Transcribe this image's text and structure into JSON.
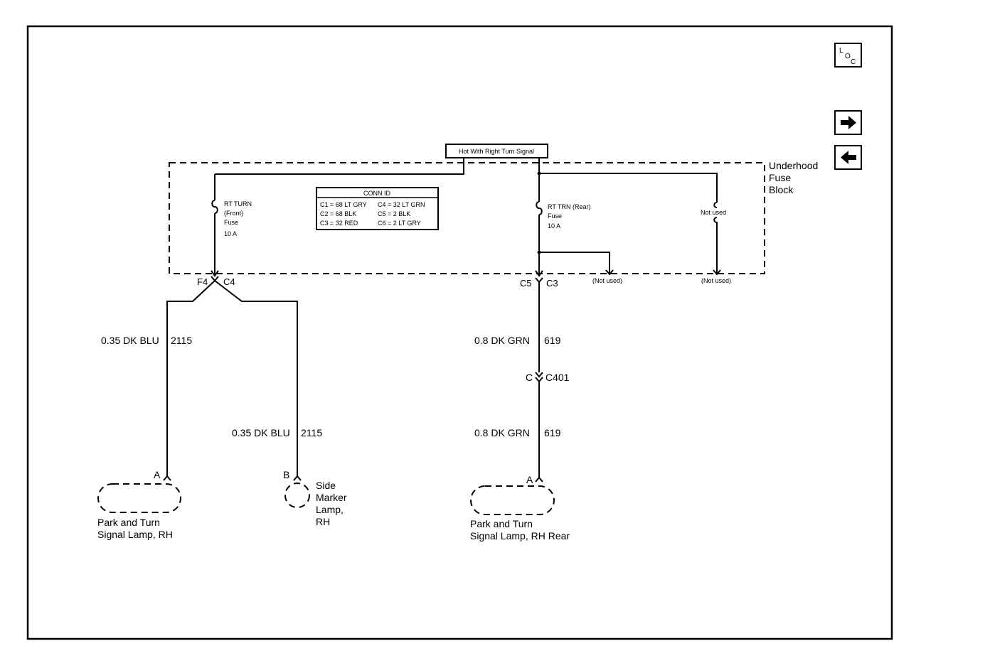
{
  "header": {
    "hot_label": "Hot With Right Turn Signal"
  },
  "fuse_block": {
    "title_line1": "Underhood",
    "title_line2": "Fuse",
    "title_line3": "Block",
    "conn_id": {
      "title": "CONN ID",
      "c1": "C1 = 68 LT GRY",
      "c2": "C2 = 68 BLK",
      "c3": "C3 = 32 RED",
      "c4": "C4 = 32 LT GRN",
      "c5": "C5 = 2 BLK",
      "c6": "C6 = 2 LT GRY"
    },
    "fuse_front": {
      "line1": "RT TURN",
      "line2": "(Front)",
      "line3": "Fuse",
      "line4": "10 A"
    },
    "fuse_rear": {
      "line1": "RT TRN (Rear)",
      "line2": "Fuse",
      "line3": "10 A"
    },
    "not_used_inside": "Not used",
    "not_used_out1": "(Not used)",
    "not_used_out2": "(Not used)"
  },
  "connectors": {
    "f4": "F4",
    "c4": "C4",
    "c5": "C5",
    "c3": "C3",
    "c": "C",
    "c401": "C401",
    "pin_a_left": "A",
    "pin_b": "B",
    "pin_a_right": "A"
  },
  "wires": {
    "left_wire": "0.35 DK BLU",
    "left_circuit": "2115",
    "mid_wire": "0.35 DK BLU",
    "mid_circuit": "2115",
    "rear_wire_1": "0.8 DK GRN",
    "rear_circuit_1": "619",
    "rear_wire_2": "0.8 DK GRN",
    "rear_circuit_2": "619"
  },
  "components": {
    "park_turn_rh_line1": "Park and Turn",
    "park_turn_rh_line2": "Signal Lamp, RH",
    "side_marker_line1": "Side",
    "side_marker_line2": "Marker",
    "side_marker_line3": "Lamp,",
    "side_marker_line4": "RH",
    "park_turn_rear_line1": "Park and Turn",
    "park_turn_rear_line2": "Signal Lamp, RH Rear"
  },
  "nav": {
    "loc_l": "L",
    "loc_o": "O",
    "loc_c": "C",
    "next_icon": "arrow-right-icon",
    "prev_icon": "arrow-left-icon"
  }
}
